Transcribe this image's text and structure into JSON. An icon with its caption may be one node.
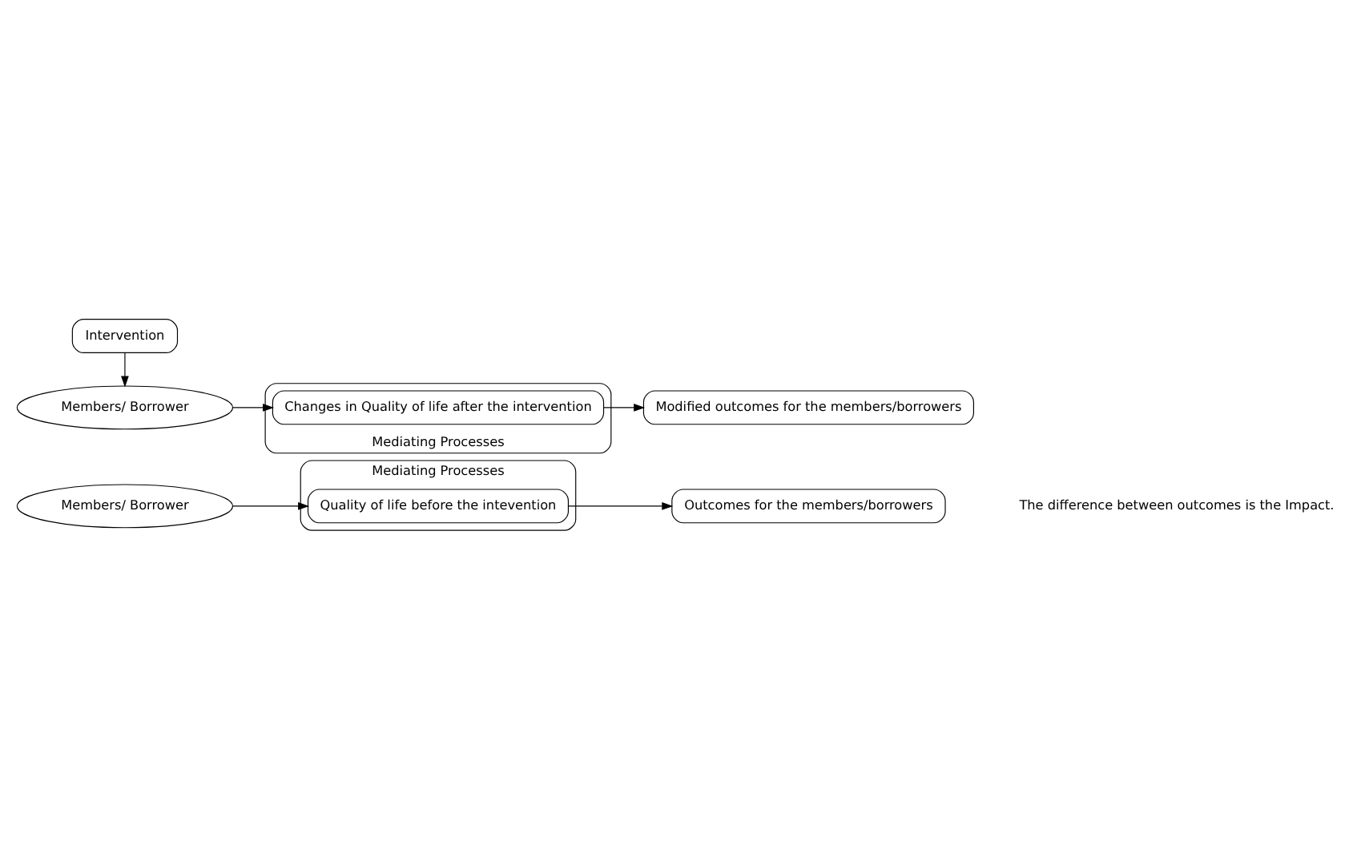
{
  "diagram": {
    "nodes": [
      {
        "text": [
          "Mediating Processes"
        ]
      },
      {
        "text": [
          "Quality of life before the intevention"
        ],
        "in": 0
      },
      {
        "text": [
          "Members/ Borrower"
        ]
      },
      {
        "text": [
          "Outcomes for the members/borrowers"
        ]
      },
      {
        "text": [
          "Mediating Processes"
        ]
      },
      {
        "text": [
          "Changes in Quality of life after the intervention"
        ],
        "in": 4
      },
      {
        "text": [
          "Members/ Borrower"
        ]
      },
      {
        "text": [
          "Modified outcomes for the members/borrowers"
        ]
      },
      {
        "text": [
          "Intervention"
        ]
      }
    ],
    "edges": [
      {
        "from": 2,
        "to": 1,
        "arrow": "to"
      },
      {
        "from": 1,
        "to": 3,
        "arrow": "to"
      },
      {
        "from": 6,
        "to": 5,
        "arrow": "to"
      },
      {
        "from": 5,
        "to": 7,
        "arrow": "to"
      },
      {
        "from": 8,
        "to": 6,
        "arrow": "to"
      }
    ],
    "labels": [
      "The difference between outcomes is the Impact."
    ]
  }
}
